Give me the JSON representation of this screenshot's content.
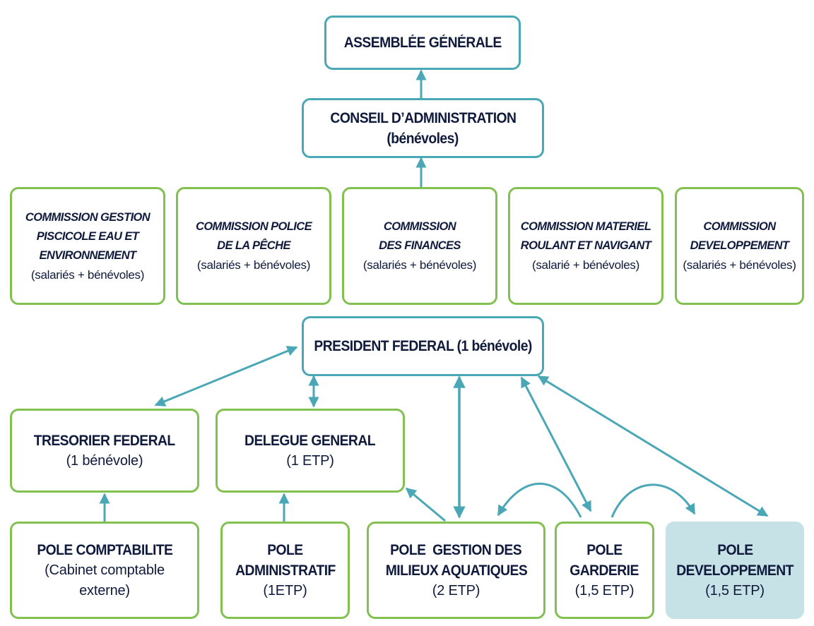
{
  "colors": {
    "connector": "#4aa7b6",
    "governance_border": "#4aa7b6",
    "unit_border": "#82c050",
    "highlight_fill": "#c6e2e7",
    "text": "#0f1a3c"
  },
  "governance": {
    "assemblee": {
      "title": "ASSEMBLÉE GÉNÉRALE"
    },
    "conseil": {
      "title": "CONSEIL D’ADMINISTRATION",
      "subtitle": "(bénévoles)"
    },
    "president": {
      "title": "PRESIDENT FEDERAL (1 bénévole)"
    }
  },
  "commissions": [
    {
      "lines": [
        "COMMISSION GESTION",
        "PISCICOLE EAU ET",
        "ENVIRONNEMENT"
      ],
      "staff": "(salariés + bénévoles)"
    },
    {
      "lines": [
        "COMMISSION POLICE",
        "DE LA PÊCHE"
      ],
      "staff": "(salariés + bénévoles)"
    },
    {
      "lines": [
        "COMMISSION",
        "DES FINANCES"
      ],
      "staff": "(salariés + bénévoles)"
    },
    {
      "lines": [
        "COMMISSION MATERIEL",
        "ROULANT ET NAVIGANT"
      ],
      "staff": "(salarié + bénévoles)"
    },
    {
      "lines": [
        "COMMISSION",
        "DEVELOPPEMENT"
      ],
      "staff": "(salariés + bénévoles)"
    }
  ],
  "officers": [
    {
      "title": "TRESORIER FEDERAL",
      "staff": "(1 bénévole)"
    },
    {
      "title": "DELEGUE GENERAL",
      "staff": "(1 ETP)"
    }
  ],
  "poles": [
    {
      "lines": [
        "POLE COMPTABILITE"
      ],
      "staff_lines": [
        "(Cabinet comptable",
        "externe)"
      ]
    },
    {
      "lines": [
        "POLE",
        "ADMINISTRATIF"
      ],
      "staff_lines": [
        "(1ETP)"
      ]
    },
    {
      "lines": [
        "POLE  GESTION DES",
        "MILIEUX AQUATIQUES"
      ],
      "staff_lines": [
        "(2 ETP)"
      ]
    },
    {
      "lines": [
        "POLE",
        "GARDERIE"
      ],
      "staff_lines": [
        "(1,5 ETP)"
      ]
    },
    {
      "lines": [
        "POLE",
        "DEVELOPPEMENT"
      ],
      "staff_lines": [
        "(1,5 ETP)"
      ],
      "highlighted": true
    }
  ]
}
